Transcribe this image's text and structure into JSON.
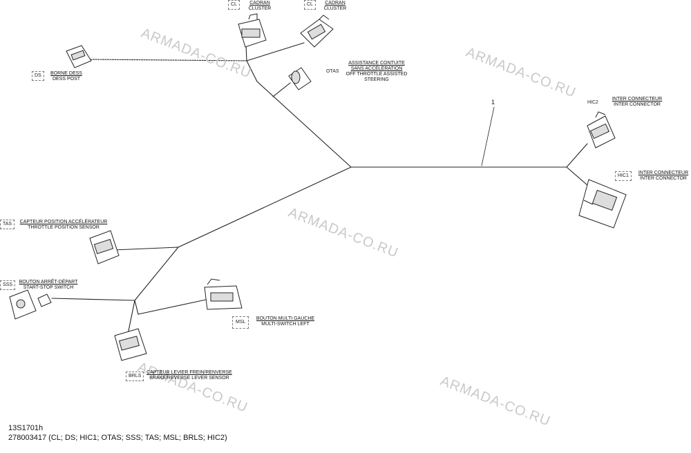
{
  "watermark": "ARMADA-CO.RU",
  "callout": "1",
  "connectors": {
    "cl1": {
      "code": "CL",
      "fr": "CADRAN",
      "en": "CLUSTER"
    },
    "cl2": {
      "code": "CL",
      "fr": "CADRAN",
      "en": "CLUSTER"
    },
    "ds": {
      "code": "DS",
      "fr": "BORNE DESS",
      "en": "DESS POST"
    },
    "otas": {
      "code": "OTAS",
      "fr": "ASSISTANCE CONTUITE SANS ACCÉLÉRATION",
      "en": "OFF THROTTLE ASSISTED STEERING"
    },
    "hic2": {
      "code": "HIC2",
      "fr": "INTER CONNECTEUR",
      "en": "INTER CONNECTOR"
    },
    "hic1": {
      "code": "HIC1",
      "fr": "INTER CONNECTEUR",
      "en": "INTER CONNECTOR"
    },
    "tas": {
      "code": "TAS",
      "fr": "CAPTEUR POSITION ACCÉLÉRATEUR",
      "en": "THROTTLE POSITION SENSOR"
    },
    "sss": {
      "code": "SSS",
      "fr": "BOUTON ARRÊT-DÉPART",
      "en": "START-STOP SWITCH"
    },
    "msl": {
      "code": "MSL",
      "fr": "BOUTON MULTI GAUCHE",
      "en": "MULTI-SWITCH LEFT"
    },
    "brls": {
      "code": "BRLS",
      "fr": "CAPTEUR LEVIER FREIN/RENVERSE",
      "en": "BRAKE/REVERSE LEVER SENSOR"
    }
  },
  "footer": {
    "line1": "13S1701h",
    "line2": "278003417 (CL; DS; HIC1; OTAS; SSS; TAS; MSL; BRLS; HIC2)"
  }
}
